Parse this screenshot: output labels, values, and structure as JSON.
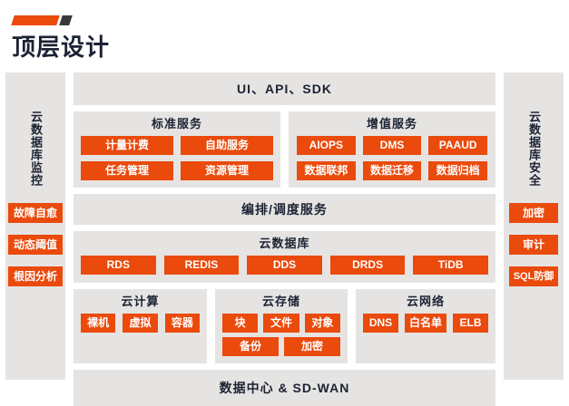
{
  "header": {
    "title": "顶层设计",
    "accent_color": "#EA4A0C",
    "accent_dark": "#3A3A3C"
  },
  "diagram": {
    "panel_bg": "#E6E4E2",
    "chip_color": "#EA4A0C",
    "api_band": "UI、API、SDK",
    "orchestration_band": "编排/调度服务",
    "datacenter_band": "数据中心 & SD-WAN",
    "left_rail": {
      "title": "云数据库监控",
      "chips": [
        "故障自愈",
        "动态阈值",
        "根因分析"
      ]
    },
    "right_rail": {
      "title": "云数据库安全",
      "chips": [
        "加密",
        "审计",
        "SQL防御"
      ]
    },
    "standard_services": {
      "title": "标准服务",
      "chips": [
        "计量计费",
        "自助服务",
        "任务管理",
        "资源管理"
      ]
    },
    "value_added_services": {
      "title": "增值服务",
      "chips": [
        "AIOPS",
        "DMS",
        "PAAUD",
        "数据联邦",
        "数据迁移",
        "数据归档"
      ]
    },
    "cloud_database": {
      "title": "云数据库",
      "chips": [
        "RDS",
        "REDIS",
        "DDS",
        "DRDS",
        "TiDB"
      ]
    },
    "cloud_compute": {
      "title": "云计算",
      "chips": [
        "裸机",
        "虚拟",
        "容器"
      ]
    },
    "cloud_storage": {
      "title": "云存储",
      "chips_row1": [
        "块",
        "文件",
        "对象"
      ],
      "chips_row2": [
        "备份",
        "加密"
      ]
    },
    "cloud_network": {
      "title": "云网络",
      "chips": [
        "DNS",
        "白名单",
        "ELB"
      ]
    }
  }
}
